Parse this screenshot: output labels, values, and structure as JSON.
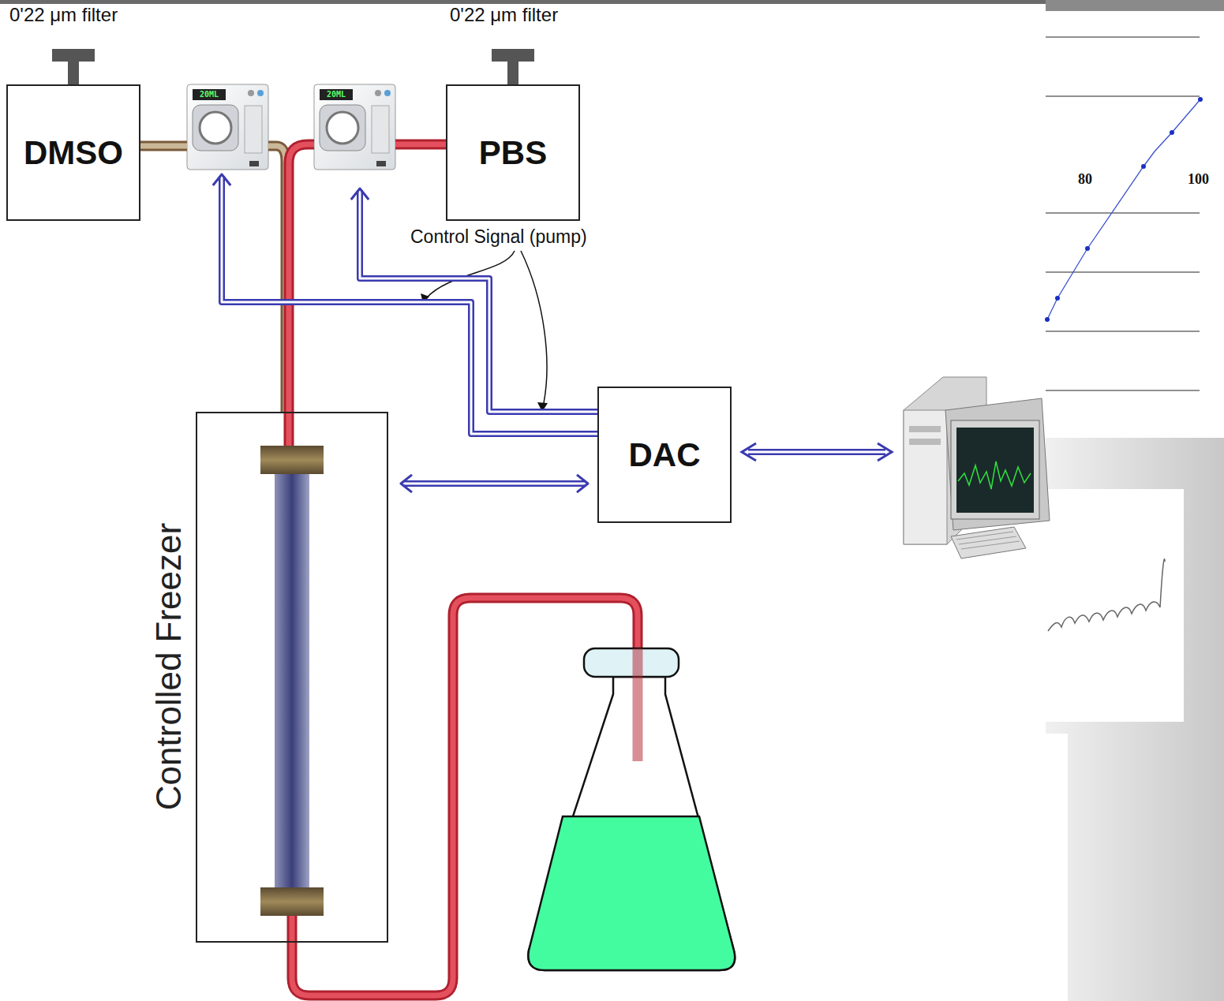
{
  "diagram": {
    "nodes": [
      {
        "text": [
          "DMSO"
        ]
      },
      {
        "text": [
          "20ML"
        ]
      },
      {
        "text": [
          "20ML"
        ]
      },
      {
        "text": [
          "PBS"
        ]
      },
      {
        "text": [
          "DAC"
        ]
      },
      {
        "text": [
          "Controlled Freezer"
        ]
      }
    ],
    "edges": [
      {
        "from": 0,
        "to": 1,
        "arrow": "none"
      },
      {
        "from": 3,
        "to": 2,
        "arrow": "none"
      },
      {
        "from": 1,
        "to": 5,
        "arrow": "none"
      },
      {
        "from": 2,
        "to": 5,
        "arrow": "none"
      },
      {
        "from": 4,
        "to": 1,
        "arrow": "to"
      },
      {
        "from": 4,
        "to": 2,
        "arrow": "to"
      },
      {
        "from": 4,
        "to": 5,
        "arrow": "both"
      }
    ],
    "labels": [
      "0'22 μm filter",
      "0'22 μm filter",
      "Control Signal (pump)",
      "80",
      "100"
    ]
  }
}
